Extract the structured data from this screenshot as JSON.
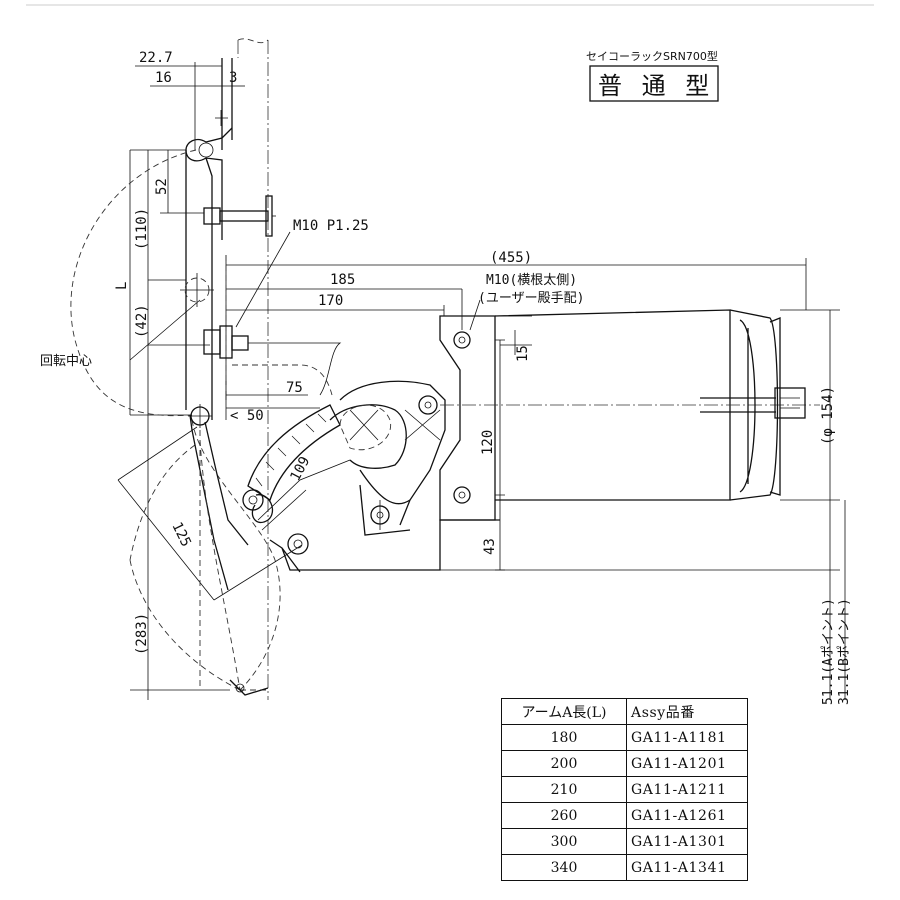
{
  "header": {
    "model": "セイコーラックSRN700型",
    "type_label": "普 通 型"
  },
  "dimensions": {
    "d_22_7": "22.7",
    "d_16": "16",
    "d_3": "3",
    "d_52": "52",
    "d_110": "(110)",
    "d_L": "L",
    "d_42": "(42)",
    "m10_p125": "M10 P1.25",
    "d_455": "(455)",
    "d_185": "185",
    "m10_side_1": "M10(横根太側)",
    "m10_side_2": "(ユーザー殿手配)",
    "d_170": "170",
    "d_15": "15",
    "d_75": "75",
    "d_50": "< 50",
    "d_109": "109",
    "d_120": "120",
    "d_phi154": "(φ 154)",
    "d_125": "125",
    "d_43": "43",
    "d_283": "(283)",
    "point_a": "51.1(Aポイント)",
    "point_b": "31.1(Bポイント)",
    "rotation_center": "回転中心"
  },
  "table": {
    "headers": [
      "アームA長(L)",
      "Assy品番"
    ],
    "rows": [
      [
        "180",
        "GA11-A1181"
      ],
      [
        "200",
        "GA11-A1201"
      ],
      [
        "210",
        "GA11-A1211"
      ],
      [
        "260",
        "GA11-A1261"
      ],
      [
        "300",
        "GA11-A1301"
      ],
      [
        "340",
        "GA11-A1341"
      ]
    ]
  }
}
